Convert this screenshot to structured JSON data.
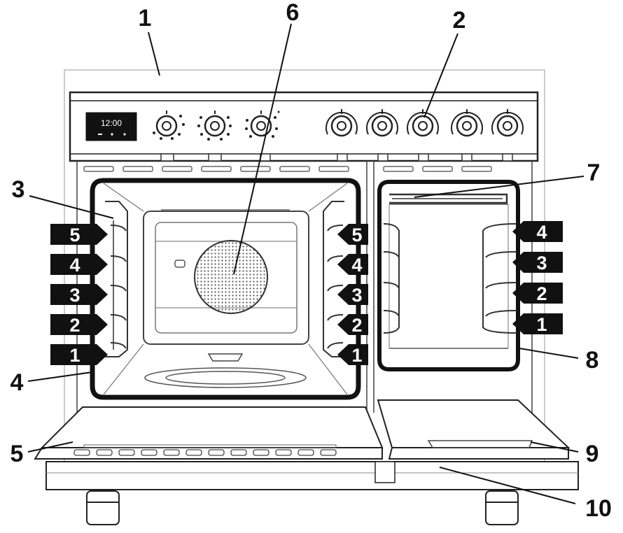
{
  "callouts": [
    "1",
    "2",
    "3",
    "4",
    "5",
    "6",
    "7",
    "8",
    "9",
    "10"
  ],
  "shelves_left": [
    "5",
    "4",
    "3",
    "2",
    "1"
  ],
  "shelves_right_of_cavity": [
    "5",
    "4",
    "3",
    "2",
    "1"
  ],
  "shelves_small": [
    "4",
    "3",
    "2",
    "1"
  ],
  "display": {
    "text": "12:00"
  },
  "icons": [
    "control-knob-icon",
    "fan-grille-icon",
    "grill-element-icon"
  ]
}
